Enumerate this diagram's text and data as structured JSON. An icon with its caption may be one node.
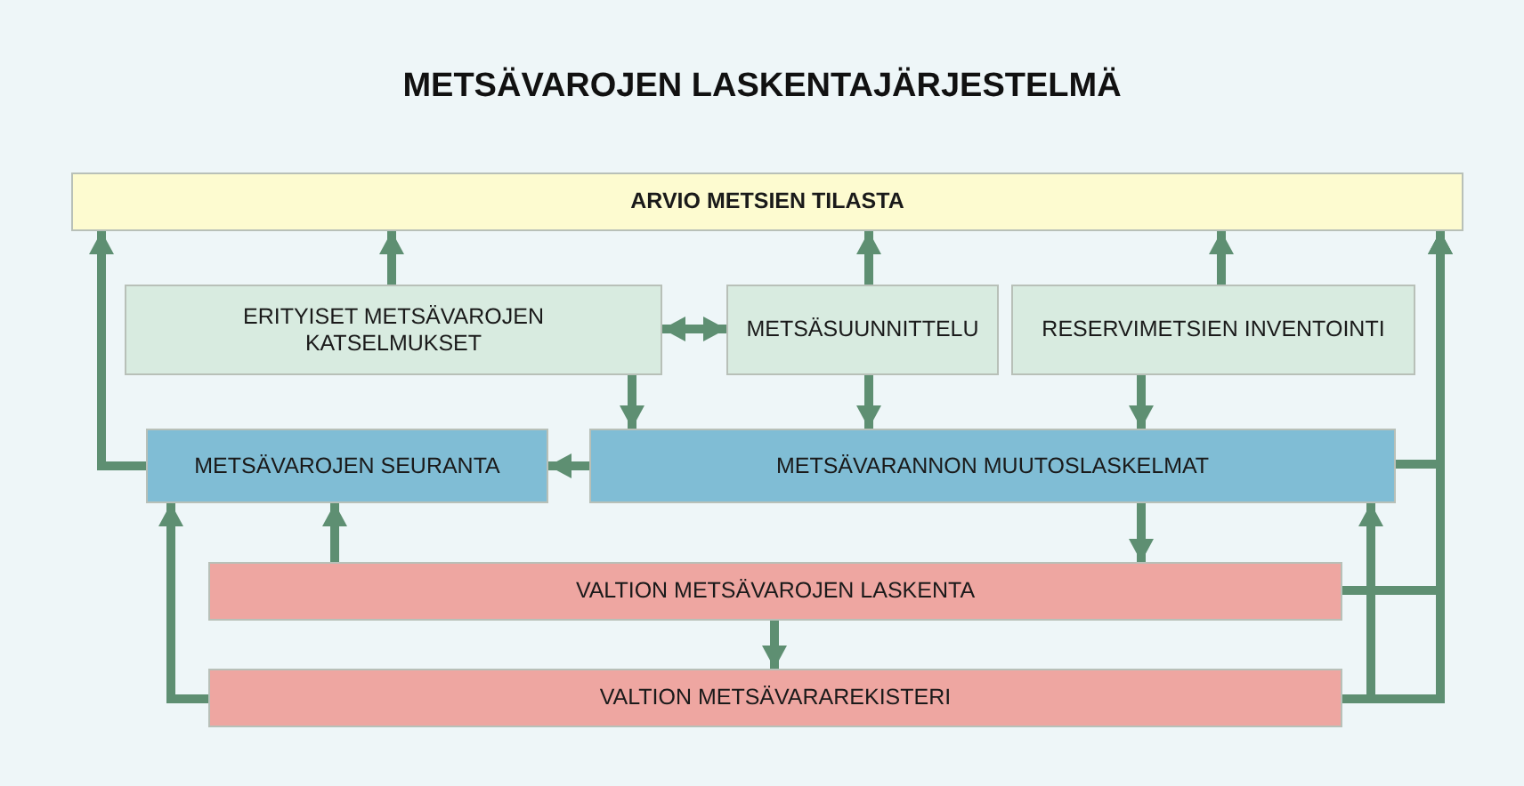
{
  "diagram": {
    "title": "METSÄVAROJEN LASKENTAJÄRJESTELMÄ",
    "nodes": [
      {
        "text": [
          "ARVIO METSIEN TILASTA"
        ]
      },
      {
        "text": [
          "ERITYISET METSÄVAROJEN KATSELMUKSET"
        ]
      },
      {
        "text": [
          "METSÄSUUNNITTELU"
        ]
      },
      {
        "text": [
          "RESERVIMETSIEN INVENTOINTI"
        ]
      },
      {
        "text": [
          "METSÄVAROJEN SEURANTA"
        ]
      },
      {
        "text": [
          "METSÄVARANNON MUUTOSLASKELMAT"
        ]
      },
      {
        "text": [
          "VALTION METSÄVAROJEN LASKENTA"
        ]
      },
      {
        "text": [
          "VALTION METSÄVARAREKISTERI"
        ]
      }
    ],
    "edges": [
      {
        "from": 1,
        "to": 0,
        "arrow": "to"
      },
      {
        "from": 2,
        "to": 0,
        "arrow": "to"
      },
      {
        "from": 3,
        "to": 0,
        "arrow": "to"
      },
      {
        "from": 1,
        "to": 2,
        "arrow": "both"
      },
      {
        "from": 1,
        "to": 5,
        "arrow": "to"
      },
      {
        "from": 2,
        "to": 5,
        "arrow": "to"
      },
      {
        "from": 3,
        "to": 5,
        "arrow": "to"
      },
      {
        "from": 5,
        "to": 4,
        "arrow": "to"
      },
      {
        "from": 4,
        "to": 0,
        "arrow": "to"
      },
      {
        "from": 6,
        "to": 4,
        "arrow": "to"
      },
      {
        "from": 7,
        "to": 4,
        "arrow": "to"
      },
      {
        "from": 5,
        "to": 6,
        "arrow": "to"
      },
      {
        "from": 6,
        "to": 7,
        "arrow": "to"
      },
      {
        "from": 5,
        "to": 0,
        "arrow": "to"
      },
      {
        "from": 6,
        "to": 0,
        "arrow": "to"
      },
      {
        "from": 7,
        "to": 0,
        "arrow": "to"
      },
      {
        "from": 7,
        "to": 5,
        "arrow": "to"
      }
    ]
  }
}
